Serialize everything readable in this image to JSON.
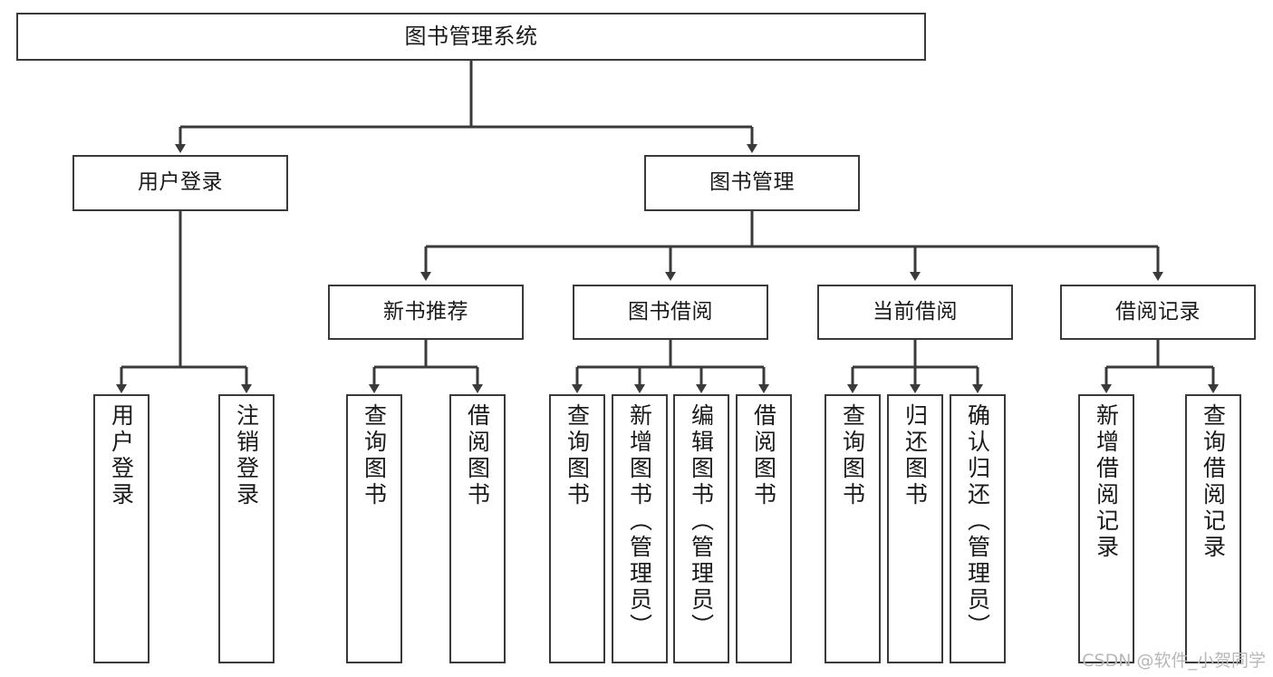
{
  "diagram": {
    "title": "图书管理系统",
    "watermark": "CSDN @软件_小贺同学",
    "colors": {
      "stroke": "#3a3a3a",
      "box_fill": "#ffffff",
      "text": "#1a1a1a",
      "watermark": "#b8b8b8",
      "background": "#ffffff"
    },
    "levels": {
      "root": {
        "label": "图书管理系统"
      },
      "level2": [
        {
          "id": "user-login",
          "label": "用户登录"
        },
        {
          "id": "book-manage",
          "label": "图书管理"
        }
      ],
      "level3": [
        {
          "id": "new-book-recommend",
          "label": "新书推荐"
        },
        {
          "id": "book-borrow",
          "label": "图书借阅"
        },
        {
          "id": "current-borrow",
          "label": "当前借阅"
        },
        {
          "id": "borrow-record",
          "label": "借阅记录"
        }
      ],
      "leaves": {
        "user-login": [
          {
            "id": "leaf-user-login",
            "label": "用户登录"
          },
          {
            "id": "leaf-logout-login",
            "label": "注销登录"
          }
        ],
        "new-book-recommend": [
          {
            "id": "leaf-query-book-1",
            "label": "查询图书"
          },
          {
            "id": "leaf-borrow-book-1",
            "label": "借阅图书"
          }
        ],
        "book-borrow": [
          {
            "id": "leaf-query-book-2",
            "label": "查询图书"
          },
          {
            "id": "leaf-add-book",
            "label": "新增图书（管理员）"
          },
          {
            "id": "leaf-edit-book",
            "label": "编辑图书（管理员）"
          },
          {
            "id": "leaf-borrow-book-2",
            "label": "借阅图书"
          }
        ],
        "current-borrow": [
          {
            "id": "leaf-query-book-3",
            "label": "查询图书"
          },
          {
            "id": "leaf-return-book",
            "label": "归还图书"
          },
          {
            "id": "leaf-confirm-return",
            "label": "确认归还（管理员）"
          }
        ],
        "borrow-record": [
          {
            "id": "leaf-add-record",
            "label": "新增借阅记录"
          },
          {
            "id": "leaf-query-record",
            "label": "查询借阅记录"
          }
        ]
      }
    }
  }
}
